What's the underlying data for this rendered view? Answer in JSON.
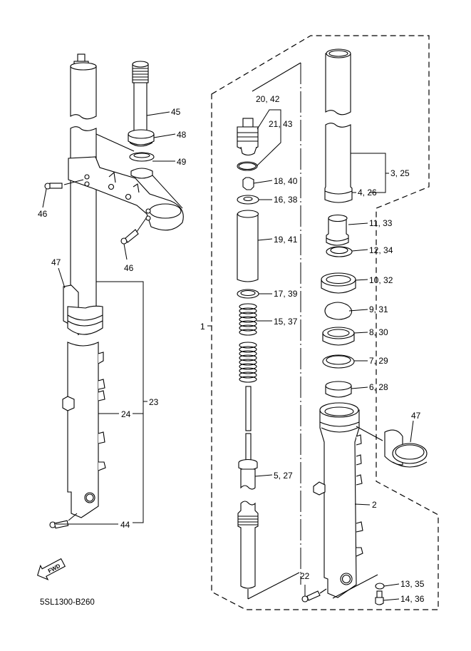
{
  "diagram": {
    "title_code": "5SL1300-B260",
    "fwd_label": "FWD",
    "callouts": {
      "c45": "45",
      "c48": "48",
      "c49": "49",
      "c46a": "46",
      "c46b": "46",
      "c47a": "47",
      "c23": "23",
      "c24": "24",
      "c44": "44",
      "c1": "1",
      "c20_42": "20, 42",
      "c21_43": "21, 43",
      "c18_40": "18, 40",
      "c16_38": "16, 38",
      "c19_41": "19, 41",
      "c17_39": "17, 39",
      "c15_37": "15, 37",
      "c5_27": "5, 27",
      "c22": "22",
      "c3_25": "3, 25",
      "c4_26": "4, 26",
      "c11_33": "11, 33",
      "c12_34": "12, 34",
      "c10_32": "10, 32",
      "c9_31": "9, 31",
      "c8_30": "8, 30",
      "c7_29": "7, 29",
      "c6_28": "6, 28",
      "c47b": "47",
      "c2": "2",
      "c13_35": "13, 35",
      "c14_36": "14, 36"
    }
  }
}
